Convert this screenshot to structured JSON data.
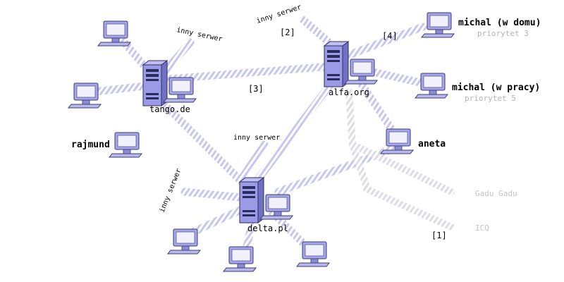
{
  "servers": {
    "tango": "tango.de",
    "alfa": "alfa.org",
    "delta": "delta.pl"
  },
  "users": {
    "michal_home": "michal (w domu)",
    "michal_home_priority": "priorytet 3",
    "michal_work": "michal (w pracy)",
    "michal_work_priority": "priorytet 5",
    "aneta": "aneta",
    "rajmund": "rajmund"
  },
  "other_server_label": "inny serwer",
  "protocols": {
    "gadu": "Gadu Gadu",
    "icq": "ICQ"
  },
  "link_numbers": [
    "[1]",
    "[2]",
    "[3]",
    "[4]"
  ],
  "colors": {
    "server": "#9a9ae6",
    "computer": "#a6a6ea",
    "link": "#c6c6ee",
    "faded_link": "#dddde6",
    "faded_text": "#c4c4c4"
  }
}
